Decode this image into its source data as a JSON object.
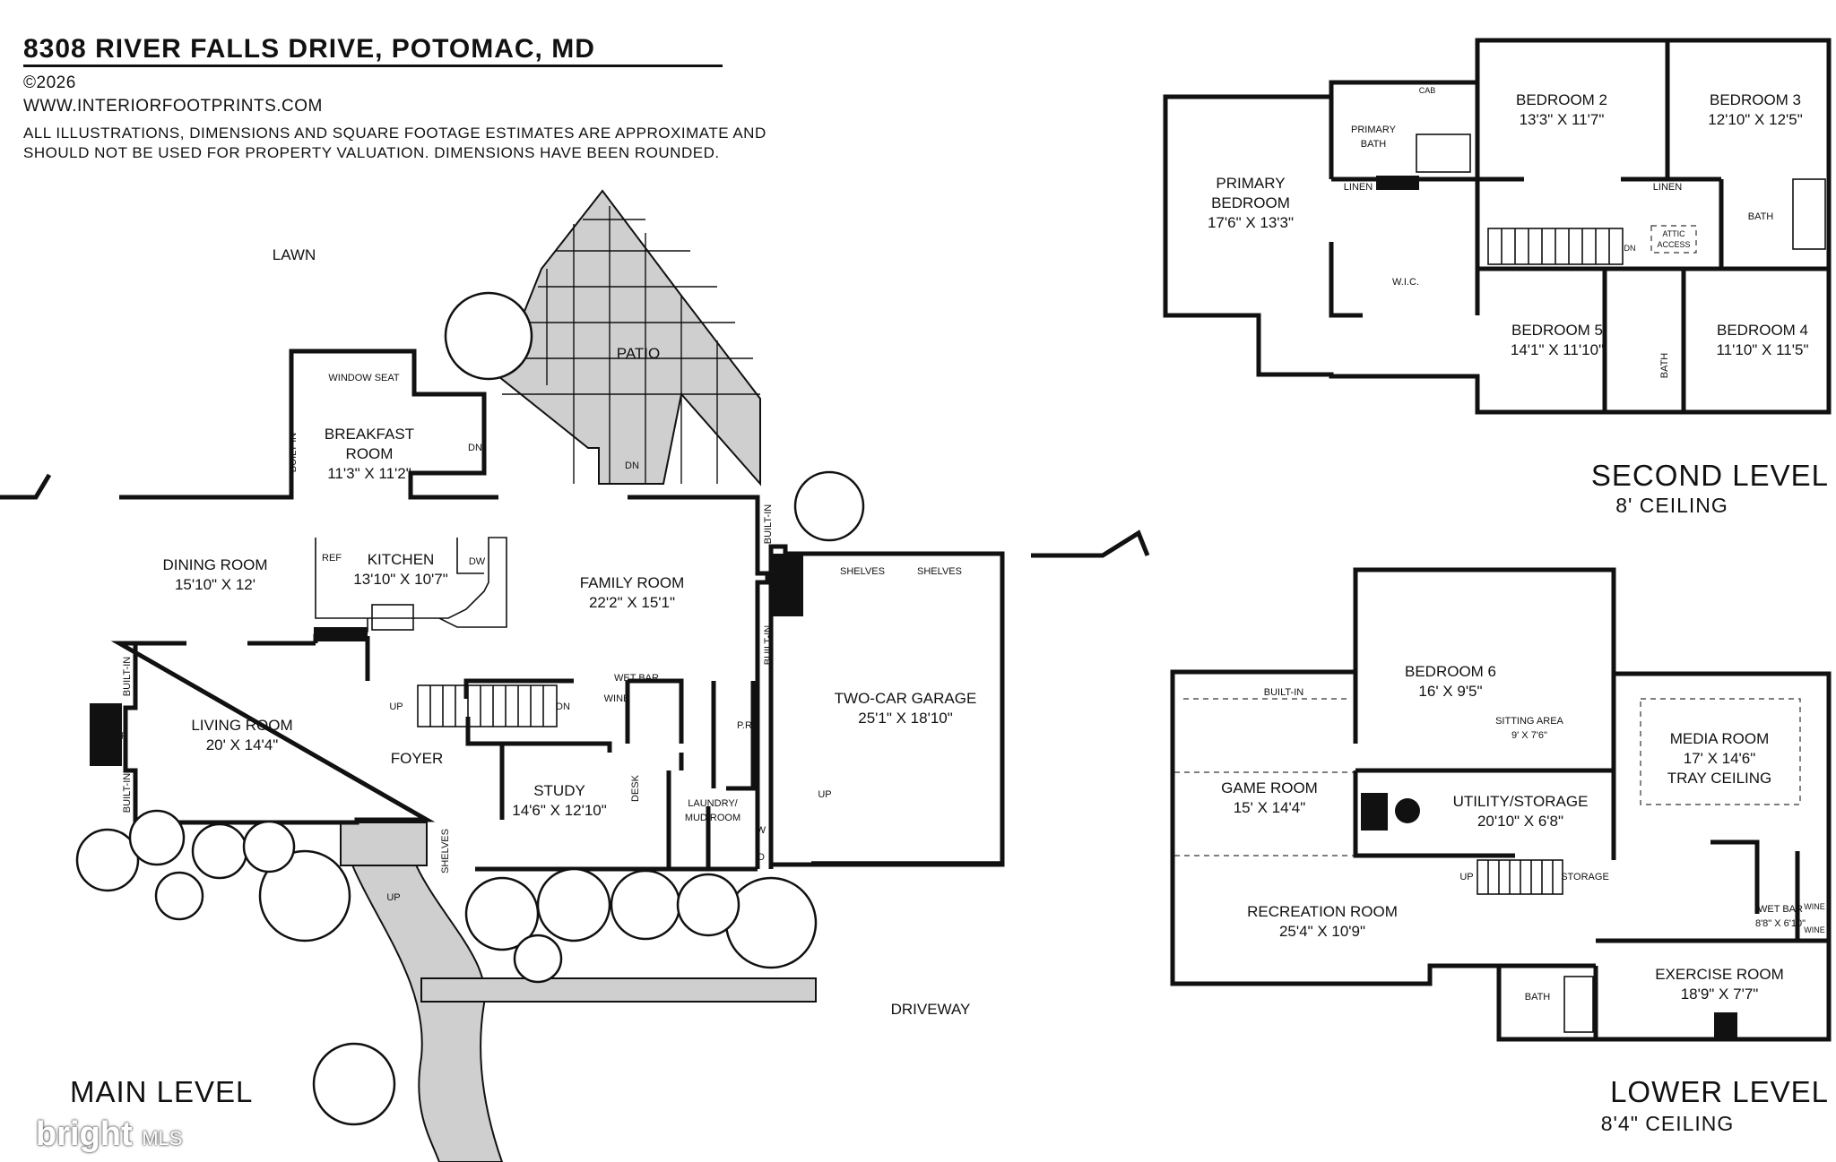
{
  "header": {
    "address": "8308 RIVER FALLS DRIVE, POTOMAC, MD",
    "copyright": "©2026",
    "website": "WWW.INTERIORFOOTPRINTS.COM",
    "disclaimer": "ALL ILLUSTRATIONS, DIMENSIONS AND SQUARE FOOTAGE ESTIMATES ARE APPROXIMATE AND  SHOULD NOT BE USED FOR PROPERTY VALUATION. DIMENSIONS HAVE BEEN ROUNDED."
  },
  "levels": {
    "main": {
      "title": "MAIN LEVEL"
    },
    "second": {
      "title": "SECOND LEVEL",
      "ceiling": "8' CEILING"
    },
    "lower": {
      "title": "LOWER LEVEL",
      "ceiling": "8'4\" CEILING"
    }
  },
  "main_rooms": {
    "lawn": "LAWN",
    "patio": "PATIO",
    "window_seat": "WINDOW SEAT",
    "breakfast": {
      "name": "BREAKFAST",
      "name2": "ROOM",
      "dims": "11'3\" X 11'2\""
    },
    "dining": {
      "name": "DINING ROOM",
      "dims": "15'10\" X 12'"
    },
    "kitchen": {
      "name": "KITCHEN",
      "dims": "13'10\" X 10'7\""
    },
    "family": {
      "name": "FAMILY ROOM",
      "dims": "22'2\" X 15'1\""
    },
    "living": {
      "name": "LIVING ROOM",
      "dims": "20' X 14'4\""
    },
    "foyer": {
      "name": "FOYER"
    },
    "study": {
      "name": "STUDY",
      "dims": "14'6\" X 12'10\""
    },
    "laundry": {
      "name": "LAUNDRY/",
      "name2": "MUD ROOM"
    },
    "garage": {
      "name": "TWO-CAR GARAGE",
      "dims": "25'1\" X 18'10\""
    },
    "driveway": "DRIVEWAY",
    "wet_bar": "WET BAR",
    "small": {
      "built_in": "BUILT-IN",
      "fp": "FP",
      "dn": "DN",
      "up": "UP",
      "ref": "REF",
      "dw": "DW",
      "wine": "WINE",
      "pr": "P.R.",
      "desk": "DESK",
      "shelves": "SHELVES",
      "w": "W",
      "d": "D"
    }
  },
  "second_rooms": {
    "primary_bedroom": {
      "name": "PRIMARY",
      "name2": "BEDROOM",
      "dims": "17'6\" X 13'3\""
    },
    "primary_bath": {
      "name": "PRIMARY",
      "name2": "BATH"
    },
    "bedroom2": {
      "name": "BEDROOM 2",
      "dims": "13'3\" X 11'7\""
    },
    "bedroom3": {
      "name": "BEDROOM 3",
      "dims": "12'10\" X 12'5\""
    },
    "bedroom4": {
      "name": "BEDROOM 4",
      "dims": "11'10\" X 11'5\""
    },
    "bedroom5": {
      "name": "BEDROOM 5",
      "dims": "14'1\" X 11'10\""
    },
    "small": {
      "cab": "CAB",
      "linen": "LINEN",
      "wic": "W.I.C.",
      "bath": "BATH",
      "attic": "ATTIC",
      "access": "ACCESS",
      "dn": "DN"
    }
  },
  "lower_rooms": {
    "bedroom6": {
      "name": "BEDROOM 6",
      "dims": "16' X 9'5\""
    },
    "sitting": {
      "name": "SITTING AREA",
      "dims": "9' X 7'6\""
    },
    "media": {
      "name": "MEDIA ROOM",
      "dims": "17' X 14'6\"",
      "note": "TRAY CEILING"
    },
    "game": {
      "name": "GAME ROOM",
      "dims": "15' X 14'4\""
    },
    "utility": {
      "name": "UTILITY/STORAGE",
      "dims": "20'10\" X 6'8\""
    },
    "recreation": {
      "name": "RECREATION ROOM",
      "dims": "25'4\" X 10'9\""
    },
    "wet_bar": {
      "name": "WET BAR",
      "dims": "8'8\" X 6'10\""
    },
    "exercise": {
      "name": "EXERCISE ROOM",
      "dims": "18'9\" X 7'7\""
    },
    "small": {
      "built_in": "BUILT-IN",
      "storage": "STORAGE",
      "up": "UP",
      "bath": "BATH",
      "wine": "WINE"
    }
  },
  "watermark": {
    "brand": "bright",
    "suffix": "MLS"
  }
}
